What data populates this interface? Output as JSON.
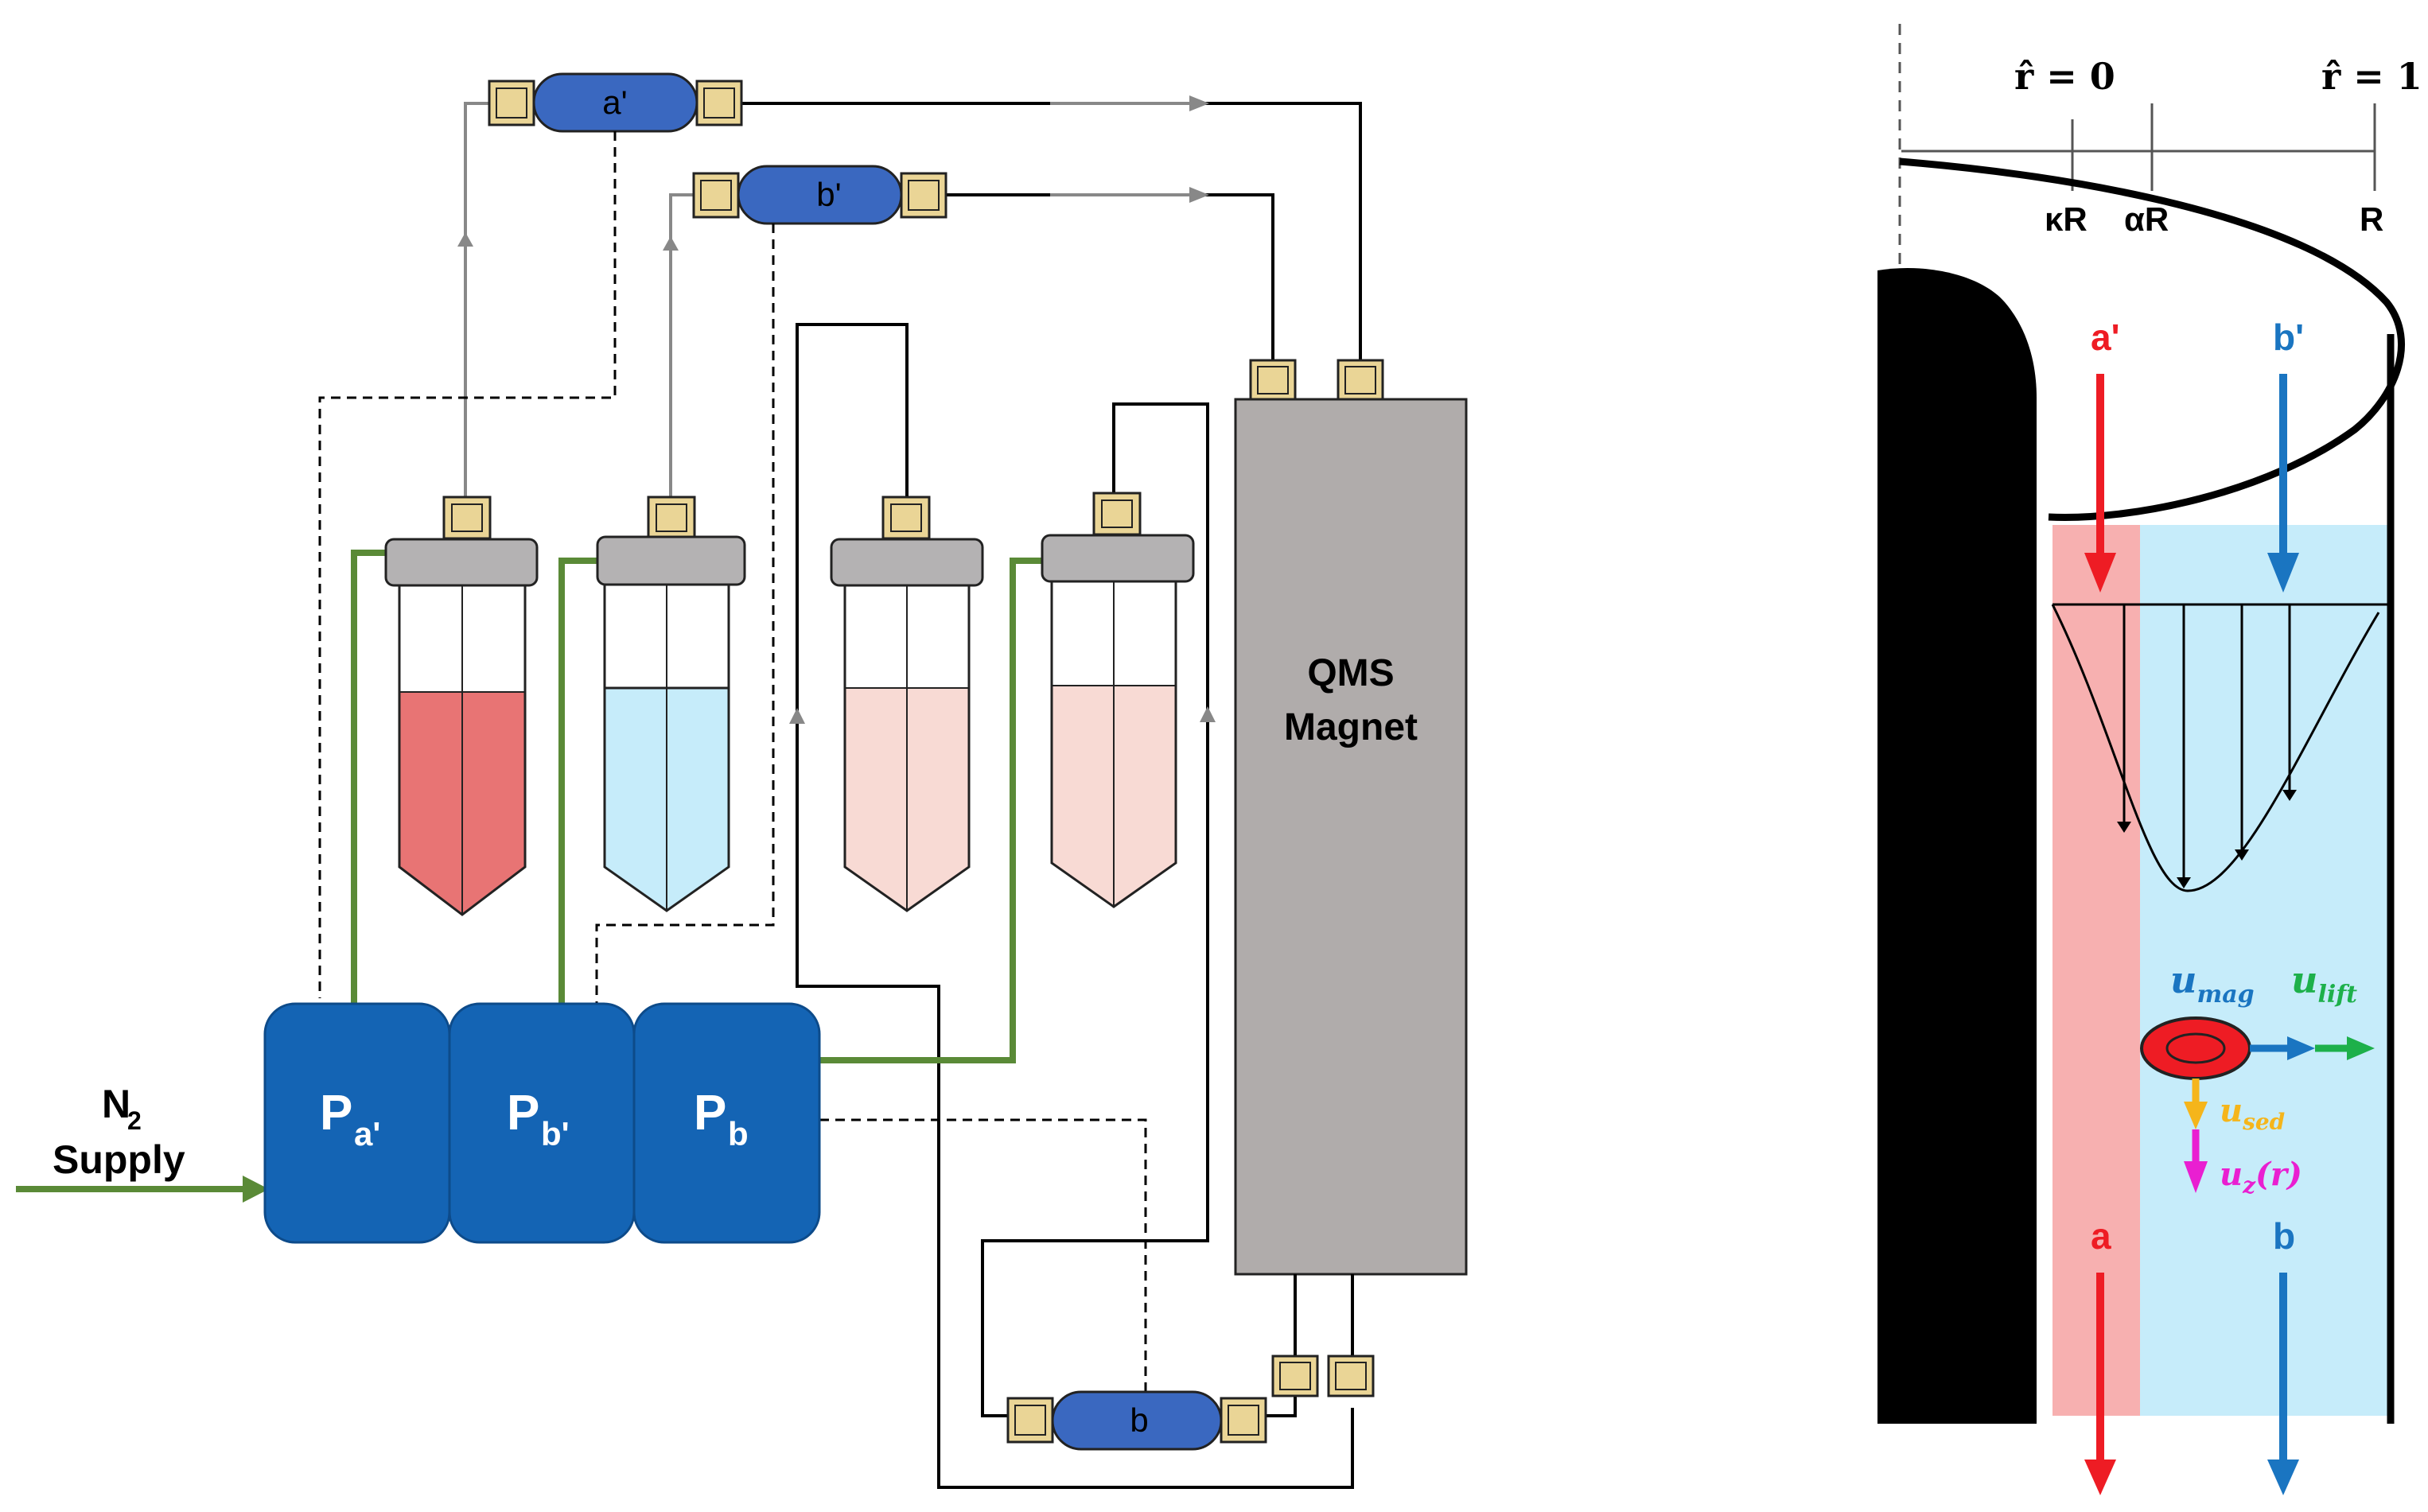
{
  "left_diagram": {
    "columns": [
      "a'",
      "b'",
      "b"
    ],
    "magnet_line1": "QMS",
    "magnet_line2": "Magnet",
    "supply_line1_main": "N",
    "supply_line1_sub": "2",
    "supply_line2": "Supply",
    "pumps": [
      {
        "main": "P",
        "sub": "a'"
      },
      {
        "main": "P",
        "sub": "b'"
      },
      {
        "main": "P",
        "sub": "b"
      }
    ]
  },
  "right_diagram": {
    "rhat0": "r̂ = 0",
    "rhat1": "r̂ = 1",
    "kappaR": "κR",
    "alphaR": "αR",
    "R": "R",
    "a_prime": "a'",
    "b_prime": "b'",
    "a": "a",
    "b": "b",
    "u_mag_main": "u",
    "u_mag_sub": "mag",
    "u_lift_main": "u",
    "u_lift_sub": "lift",
    "u_sed_main": "u",
    "u_sed_sub": "sed",
    "u_z_main": "u",
    "u_z_sub": "z",
    "u_z_arg": "(r)"
  },
  "colors": {
    "pump_blue": "#1464b4",
    "column_blue": "#3a68c0",
    "magnet_gray": "#b0acab",
    "cap_gray": "#b4b2b3",
    "fitting_tan": "#ead596",
    "green_line": "#5a8a37",
    "red_fluid": "#e87474",
    "blue_fluid": "#c6ecfa",
    "pink_fluid": "#f8dad4",
    "red_arrow": "#ee1c24",
    "blue_arrow": "#1a75c1",
    "green_arrow": "#1db04a",
    "yellow_arrow": "#f5b51b",
    "magenta_arrow": "#e91fd1",
    "red_band": "#f7b0b0",
    "light_blue_band": "#c6ecfa"
  }
}
